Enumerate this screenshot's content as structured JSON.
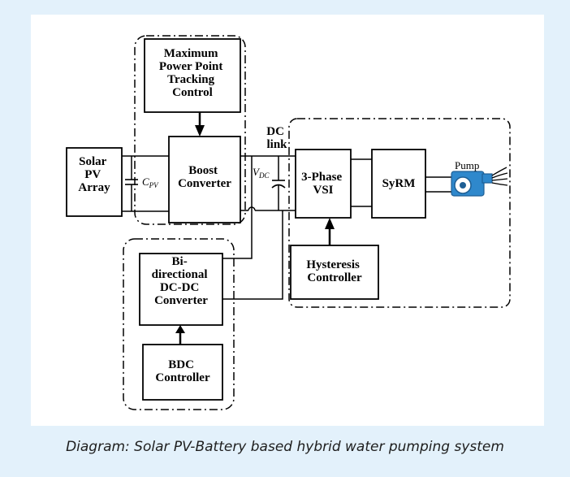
{
  "caption": "Diagram: Solar PV-Battery based hybrid water pumping system",
  "blocks": {
    "solar": [
      "Solar",
      "PV",
      "Array"
    ],
    "mppt": [
      "Maximum",
      "Power Point",
      "Tracking",
      "Control"
    ],
    "boost": [
      "Boost",
      "Converter"
    ],
    "vsi": [
      "3-Phase",
      "VSI"
    ],
    "syrm": [
      "SyRM"
    ],
    "hysteresis": [
      "Hysteresis",
      "Controller"
    ],
    "bdc_conv": [
      "Bi-",
      "directional",
      "DC-DC",
      "Converter"
    ],
    "bdc_ctrl": [
      "BDC",
      "Controller"
    ]
  },
  "labels": {
    "cpv_main": "C",
    "cpv_sub": "PV",
    "vdc_main": "V",
    "vdc_sub": "DC",
    "dclink_1": "DC",
    "dclink_2": "link",
    "pump": "Pump"
  },
  "icons": {
    "pump": "pump-icon"
  }
}
